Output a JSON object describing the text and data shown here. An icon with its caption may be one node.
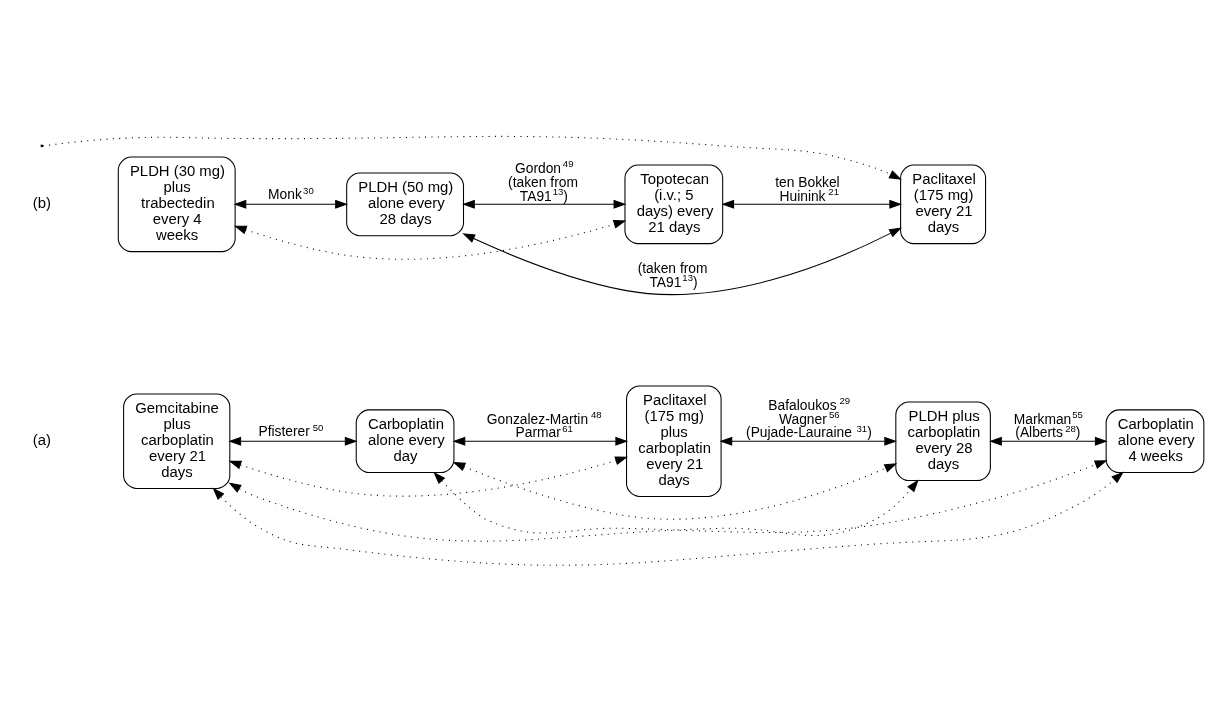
{
  "diagram": {
    "nodes": [
      {
        "text": [
          "Gemcitabine plus carboplatin every 21 days"
        ]
      },
      {
        "text": [
          "Carboplatin alone every day"
        ]
      },
      {
        "text": [
          "Paclitaxel (175 mg) plus carboplatin every 21 days"
        ]
      },
      {
        "text": [
          "PLDH plus carboplatin every 28 days"
        ]
      },
      {
        "text": [
          "Carboplatin alone every 4 weeks"
        ]
      },
      {
        "text": [
          "PLDH (30 mg) plus trabectedin every 4 weeks"
        ]
      },
      {
        "text": [
          "PLDH (50 mg) alone every 28 days"
        ]
      },
      {
        "text": [
          "Topotecan (i.v.; 5 days) every 21 days"
        ]
      },
      {
        "text": [
          "Paclitaxel (175 mg) every 21 days"
        ]
      }
    ],
    "edges": [
      {
        "from": 0,
        "to": 1,
        "arrow": "both",
        "label": "Pfisterer$^{50}$"
      },
      {
        "from": 1,
        "to": 2,
        "arrow": "both",
        "label": "Gonzalez-Martin$^{48}$ Parmar$^{61}$"
      },
      {
        "from": 2,
        "to": 3,
        "arrow": "both",
        "label": "Bafaloukos$^{29}$ Wagner$^{56}$ (Pujade-Lauraine$^{31}$)"
      },
      {
        "from": 3,
        "to": 4,
        "arrow": "both",
        "label": "Markman$^{55}$ (Alberts$^{28}$)"
      },
      {
        "from": 0,
        "to": 4,
        "arrow": "both",
        "style": "dashed"
      },
      {
        "from": 1,
        "to": 3,
        "arrow": "both",
        "style": "dashed"
      },
      {
        "from": 0,
        "to": 2,
        "arrow": "both",
        "style": "dashed"
      },
      {
        "from": 0,
        "to": 3,
        "arrow": "both",
        "style": "dashed"
      },
      {
        "from": 1,
        "to": 4,
        "arrow": "both",
        "style": "dashed"
      },
      {
        "from": 5,
        "to": 6,
        "arrow": "both",
        "label": "Monk$^{30}$"
      },
      {
        "from": 6,
        "to": 7,
        "arrow": "both",
        "label": "Gordon$^{49}$ (taken from TA91$^{13}$)"
      },
      {
        "from": 7,
        "to": 8,
        "arrow": "both",
        "label": "ten Bokkel Huinink$^{21}$"
      },
      {
        "from": 6,
        "to": 8,
        "arrow": "both",
        "label": "(taken from TA91$^{13}$)"
      },
      {
        "from": 5,
        "to": 7,
        "arrow": "both",
        "style": "dashed"
      },
      {
        "from": null,
        "to": 8,
        "arrow": "to",
        "style": "dashed"
      }
    ],
    "labels": [
      "(a)",
      "(b)"
    ]
  }
}
